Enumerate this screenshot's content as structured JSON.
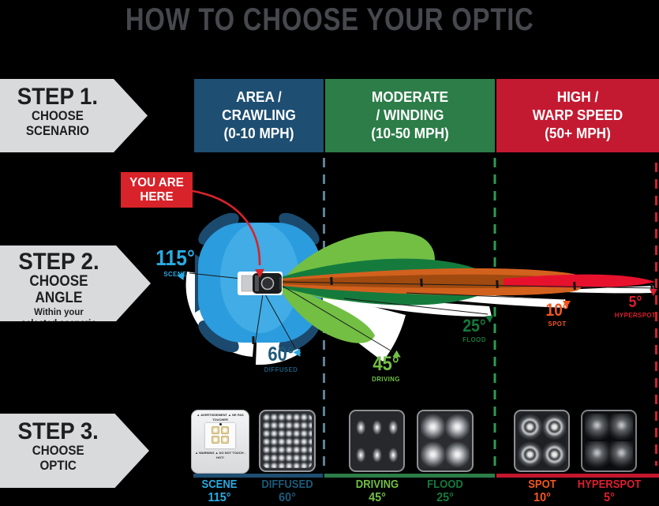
{
  "title": "HOW TO CHOOSE YOUR OPTIC",
  "steps": {
    "step1": {
      "title": "STEP 1.",
      "sub1": "CHOOSE",
      "sub2": "SCENARIO"
    },
    "step2": {
      "title": "STEP 2.",
      "sub1": "CHOOSE ANGLE",
      "note1": "Within your",
      "note2": "selected scenario"
    },
    "step3": {
      "title": "STEP 3.",
      "sub1": "CHOOSE",
      "sub2": "OPTIC"
    }
  },
  "scenarios": [
    {
      "line1": "AREA /",
      "line2": "CRAWLING",
      "line3": "(0-10 MPH)",
      "color": "#1E4E72"
    },
    {
      "line1": "MODERATE",
      "line2": "/ WINDING",
      "line3": "(10-50 MPH)",
      "color": "#2C7D48"
    },
    {
      "line1": "HIGH /",
      "line2": "WARP SPEED",
      "line3": "(50+ MPH)",
      "color": "#C41A31"
    }
  ],
  "you_are_here": {
    "line1": "YOU ARE",
    "line2": "HERE",
    "color": "#D8232A"
  },
  "angles": [
    {
      "degree": "115°",
      "name": "SCENE",
      "color": "#29ABE2"
    },
    {
      "degree": "60°",
      "name": "DIFFUSED",
      "color": "#1E5978"
    },
    {
      "degree": "45°",
      "name": "DRIVING",
      "color": "#72BF44"
    },
    {
      "degree": "25°",
      "name": "FLOOD",
      "color": "#15793C"
    },
    {
      "degree": "10°",
      "name": "SPOT",
      "color": "#F2571F"
    },
    {
      "degree": "5°",
      "name": "HYPERSPOT",
      "color": "#DC1F2E"
    }
  ],
  "optics": [
    {
      "name": "SCENE",
      "degree": "115°",
      "color": "#29ABE2",
      "warning_top": "▲ AVERTISSEMENT ▲ NE PAS TOUCHER",
      "warning_bottom": "▲ WARNING ▲ DO NOT TOUCH - HOT!"
    },
    {
      "name": "DIFFUSED",
      "degree": "60°",
      "color": "#1E5978"
    },
    {
      "name": "DRIVING",
      "degree": "45°",
      "color": "#72BF44"
    },
    {
      "name": "FLOOD",
      "degree": "25°",
      "color": "#15793C"
    },
    {
      "name": "SPOT",
      "degree": "10°",
      "color": "#F2571F"
    },
    {
      "name": "HYPERSPOT",
      "degree": "5°",
      "color": "#DC1F2E"
    }
  ],
  "separators": {
    "crawl_moderate": "#5E8197",
    "moderate_high": "#2E9B51",
    "right_edge": "#CC2128"
  },
  "underlines": {
    "blue": "#1E4E72",
    "green": "#2C7D48",
    "red": "#C3172D"
  }
}
